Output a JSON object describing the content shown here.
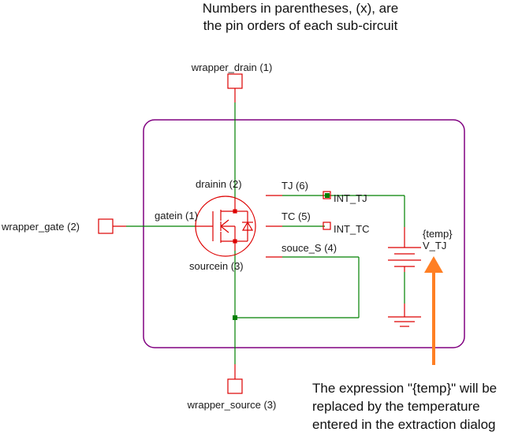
{
  "title_note": {
    "line1": "Numbers in parentheses, (x), are",
    "line2": "the pin orders of each sub-circuit"
  },
  "wrapper_pins": {
    "drain": "wrapper_drain (1)",
    "gate": "wrapper_gate (2)",
    "source": "wrapper_source (3)"
  },
  "mosfet_pins": {
    "drain": "drainin (2)",
    "gate": "gatein (1)",
    "source": "sourcein (3)"
  },
  "subcircuit_pins": {
    "tj": "TJ (6)",
    "tc": "TC (5)",
    "source_s": "souce_S (4)"
  },
  "ports": {
    "int_tj": "INT_TJ",
    "int_tc": "INT_TC"
  },
  "source_component": {
    "value": "{temp}",
    "name": "V_TJ"
  },
  "annotation": {
    "line1": "The expression \"{temp}\" will be",
    "line2": "replaced by the temperature",
    "line3": "entered in the extraction dialog"
  },
  "colors": {
    "wire": "#008000",
    "component": "#dd0000",
    "boundary": "#800080",
    "arrow": "#ff7f24"
  }
}
